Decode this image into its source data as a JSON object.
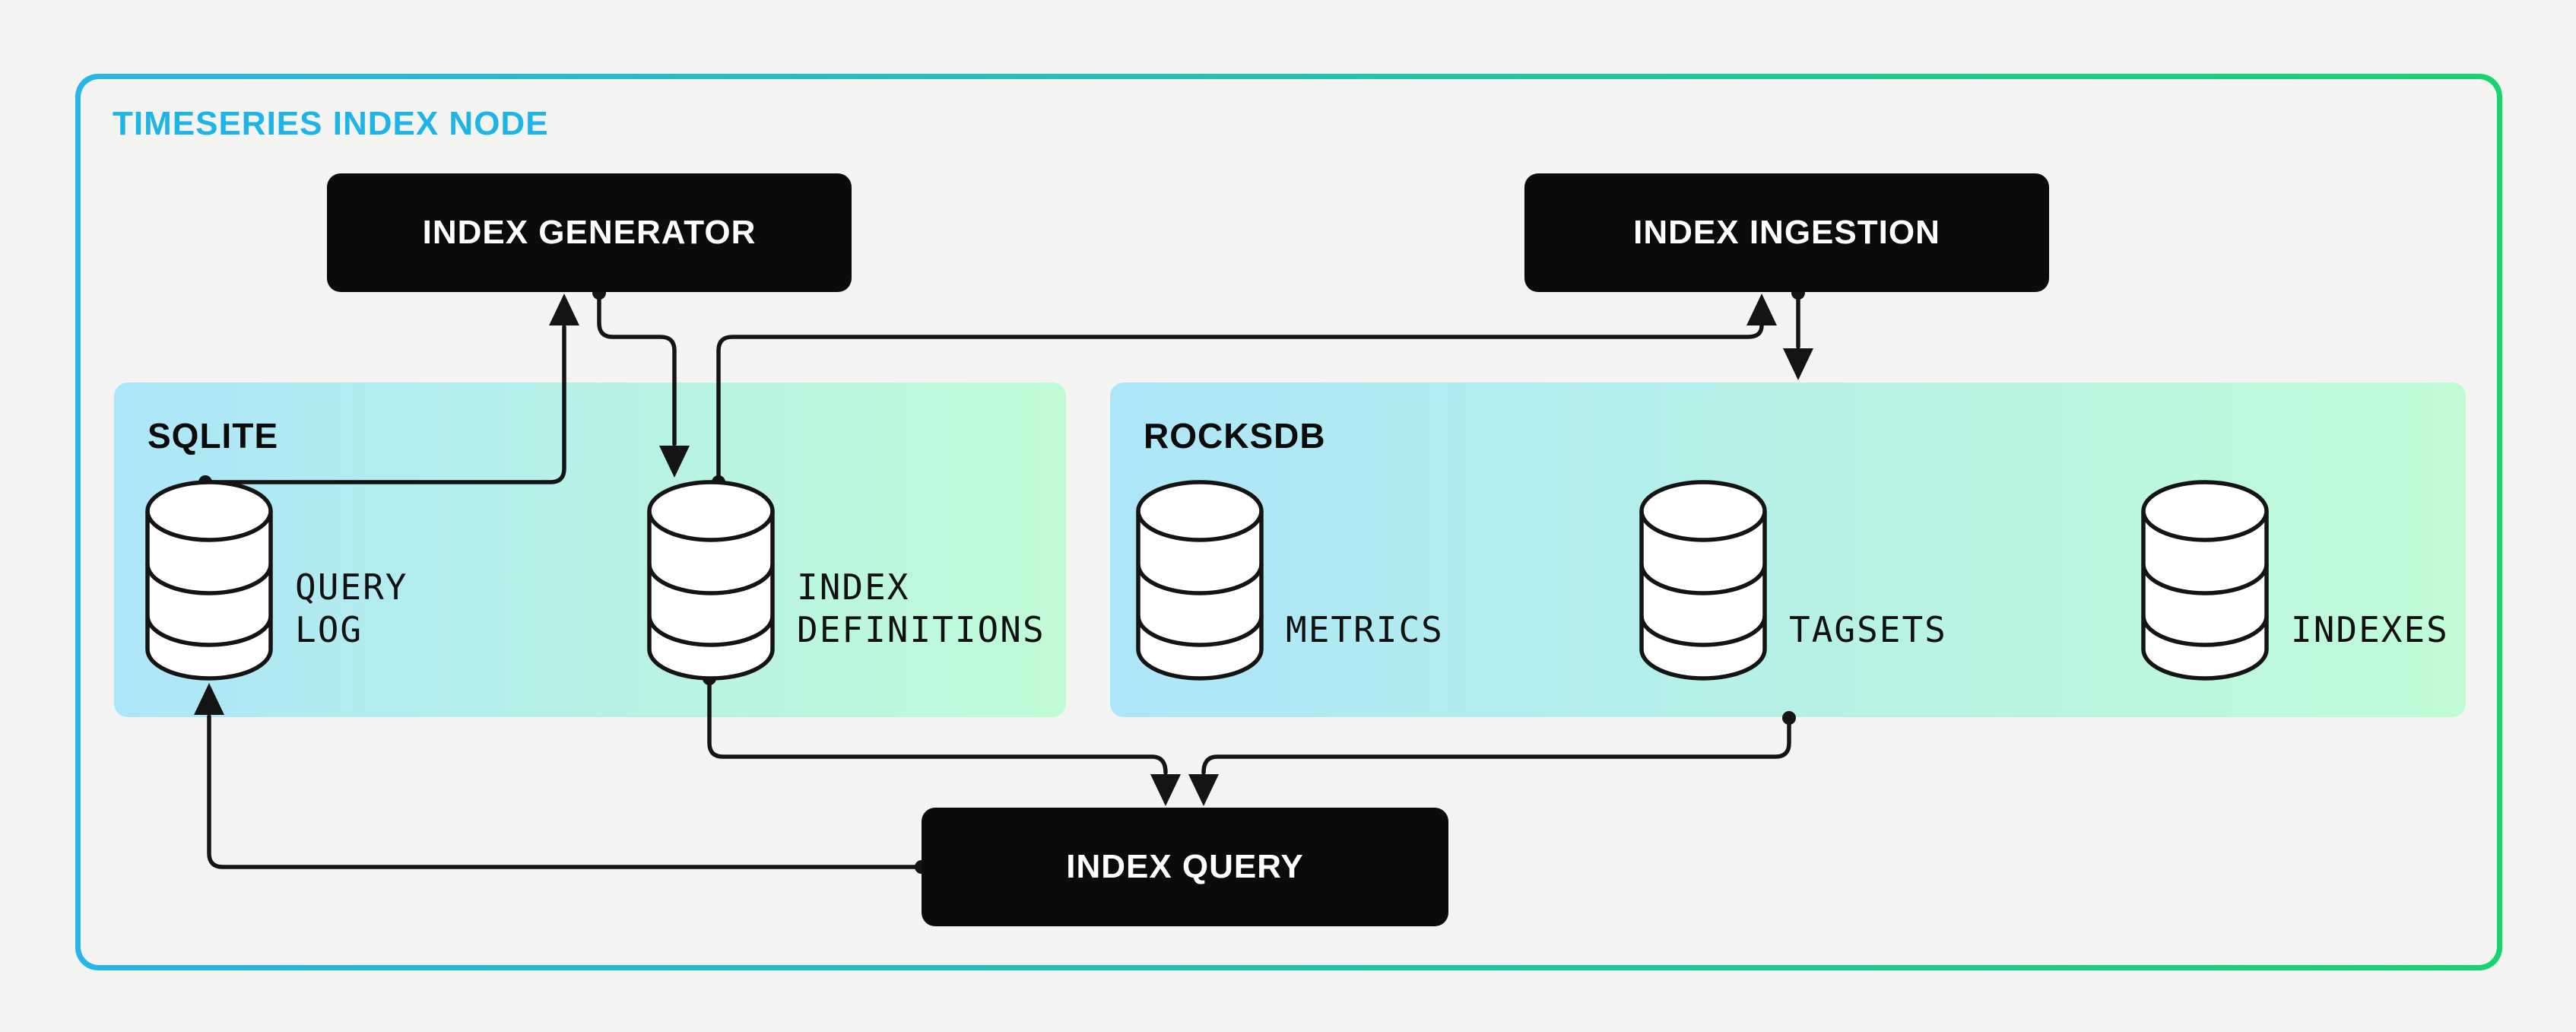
{
  "diagram": {
    "title": "TIMESERIES INDEX NODE"
  },
  "processes": {
    "generator": {
      "label": "INDEX GENERATOR"
    },
    "ingestion": {
      "label": "INDEX INGESTION"
    },
    "query": {
      "label": "INDEX QUERY"
    }
  },
  "stores": {
    "sqlite": {
      "label": "SQLITE",
      "databases": [
        {
          "name": "query-log",
          "line1": "QUERY",
          "line2": "LOG"
        },
        {
          "name": "index-definitions",
          "line1": "INDEX",
          "line2": "DEFINITIONS"
        }
      ]
    },
    "rocksdb": {
      "label": "ROCKSDB",
      "databases": [
        {
          "name": "metrics",
          "line1": "METRICS"
        },
        {
          "name": "tagsets",
          "line1": "TAGSETS"
        },
        {
          "name": "indexes",
          "line1": "INDEXES"
        }
      ]
    }
  },
  "edges": [
    {
      "from": "query-log",
      "to": "index-generator"
    },
    {
      "from": "index-generator",
      "to": "index-definitions"
    },
    {
      "from": "index-definitions",
      "to": "index-ingestion"
    },
    {
      "from": "index-ingestion",
      "to": "rocksdb"
    },
    {
      "from": "index-definitions",
      "to": "index-query"
    },
    {
      "from": "rocksdb",
      "to": "index-query"
    },
    {
      "from": "index-query",
      "to": "query-log"
    }
  ],
  "colors": {
    "accent_cyan": "#29b5e8",
    "accent_green": "#16d46e",
    "title_cyan": "#1fb4e8",
    "container_blue": "#ade6f8",
    "container_mint": "#c0fbd6",
    "process_black": "#0b0b0b",
    "line_black": "#141414",
    "background": "#f4f4f2",
    "cylinder_fill": "#ffffff"
  }
}
